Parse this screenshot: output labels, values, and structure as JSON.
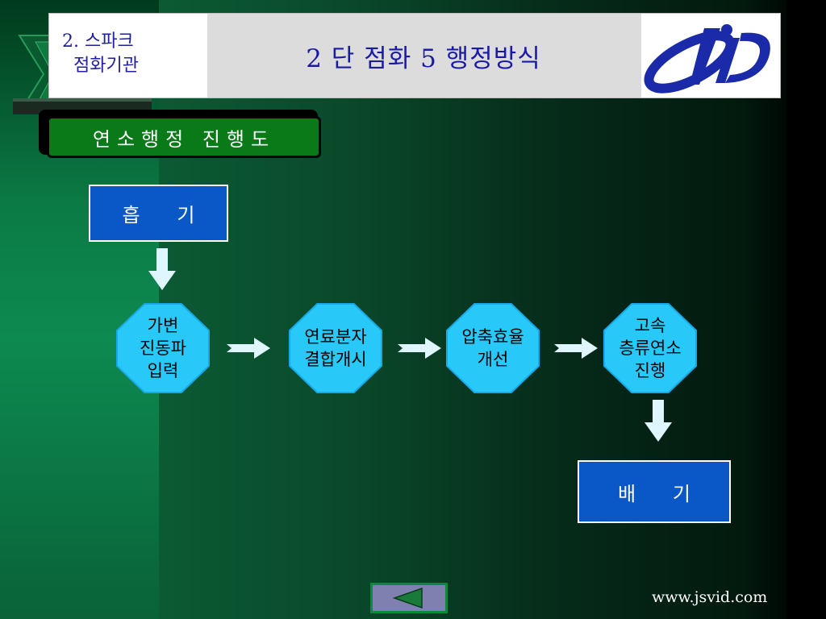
{
  "header": {
    "section_label": "2. 스파크\n  점화기관",
    "title": "2 단 점화  5 행정방식",
    "logo_text": "ViD"
  },
  "subtitle": "연소행정 진행도",
  "flow": {
    "intake": "흡      기",
    "exhaust": "배      기",
    "steps": [
      "가변\n진동파\n입력",
      "연료분자\n결합개시",
      "압축효율\n개선",
      "고속\n층류연소\n진행"
    ]
  },
  "footer": {
    "url": "www.jsvid.com"
  },
  "colors": {
    "step_fill": "#28c8f8",
    "box_fill": "#0a58c8",
    "title_text": "#1a1aa8",
    "subtitle_fill": "#0a7a18"
  }
}
